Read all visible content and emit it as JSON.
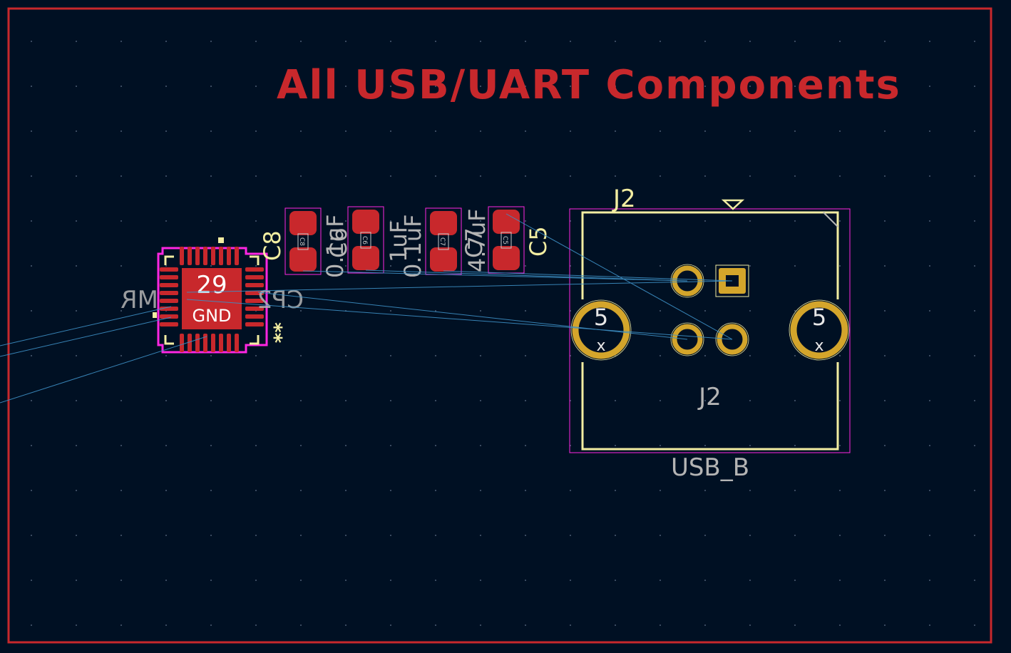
{
  "title": "All USB/UART Components",
  "colors": {
    "background": "#001023",
    "edge_cuts": "#c8282c",
    "silkscreen": "#f2eda1",
    "fab_text": "#b4b4b4",
    "courtyard": "#ff26e2",
    "pad_copper": "#c8282c",
    "tht_pad": "#d4a52b",
    "ratsnest": "#3d8fc4"
  },
  "ic": {
    "ref_ghost": "CP2",
    "value_ghost": "MR",
    "pad_number": "29",
    "pad_net": "GND",
    "stars": "**"
  },
  "capacitors": [
    {
      "ref": "C8",
      "value": "0.1uF",
      "pad_ref": "C8"
    },
    {
      "ref": "C6",
      "value": "1uF",
      "pad_ref": "C6"
    },
    {
      "ref": "C7",
      "value": "0.1uF",
      "pad_ref": "C7"
    },
    {
      "ref": "C5",
      "value": "4.7uF",
      "pad_ref": "C5"
    }
  ],
  "connector": {
    "ref": "J2",
    "fab_ref": "J2",
    "value": "USB_B",
    "shield_pad_number": "5",
    "shield_pad_net": "x"
  }
}
